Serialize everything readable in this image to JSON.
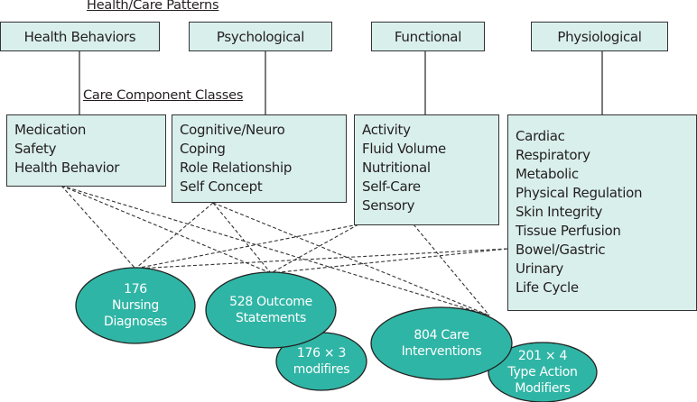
{
  "headings": {
    "patterns": "Health/Care Patterns",
    "classes": "Care Component Classes"
  },
  "patterns": [
    {
      "id": "health-behaviors",
      "label": "Health Behaviors"
    },
    {
      "id": "psychological",
      "label": "Psychological"
    },
    {
      "id": "functional",
      "label": "Functional"
    },
    {
      "id": "physiological",
      "label": "Physiological"
    }
  ],
  "classes": [
    {
      "pattern": "health-behaviors",
      "items": [
        "Medication",
        "Safety",
        "Health Behavior"
      ]
    },
    {
      "pattern": "psychological",
      "items": [
        "Cognitive/Neuro",
        "Coping",
        "Role Relationship",
        "Self Concept"
      ]
    },
    {
      "pattern": "functional",
      "items": [
        "Activity",
        "Fluid Volume",
        "Nutritional",
        "Self-Care",
        "Sensory"
      ]
    },
    {
      "pattern": "physiological",
      "items": [
        "Cardiac",
        "Respiratory",
        "Metabolic",
        "Physical Regulation",
        "Skin Integrity",
        "Tissue Perfusion",
        "Bowel/Gastric",
        "Urinary",
        "Life Cycle"
      ]
    }
  ],
  "nodes": [
    {
      "id": "nursing-diagnoses",
      "lines": [
        "176",
        "Nursing",
        "Diagnoses"
      ]
    },
    {
      "id": "outcome-statements",
      "lines": [
        "528 Outcome",
        "Statements"
      ]
    },
    {
      "id": "outcome-modifiers",
      "lines": [
        "176 × 3",
        "modifires"
      ]
    },
    {
      "id": "care-interventions",
      "lines": [
        "804 Care",
        "Interventions"
      ]
    },
    {
      "id": "type-action-modifiers",
      "lines": [
        "201 × 4",
        "Type Action",
        "Modifiers"
      ]
    }
  ],
  "connections": [
    {
      "from": "health-behaviors",
      "to": "nursing-diagnoses"
    },
    {
      "from": "health-behaviors",
      "to": "outcome-statements"
    },
    {
      "from": "health-behaviors",
      "to": "care-interventions"
    },
    {
      "from": "psychological",
      "to": "nursing-diagnoses"
    },
    {
      "from": "psychological",
      "to": "outcome-statements"
    },
    {
      "from": "psychological",
      "to": "care-interventions"
    },
    {
      "from": "functional",
      "to": "nursing-diagnoses"
    },
    {
      "from": "functional",
      "to": "outcome-statements"
    },
    {
      "from": "functional",
      "to": "care-interventions"
    },
    {
      "from": "physiological",
      "to": "nursing-diagnoses"
    },
    {
      "from": "physiological",
      "to": "outcome-statements"
    }
  ],
  "colors": {
    "box_fill": "#d9efec",
    "node_fill": "#2fb5a5",
    "stroke": "#333333",
    "node_text": "#ffffff"
  }
}
